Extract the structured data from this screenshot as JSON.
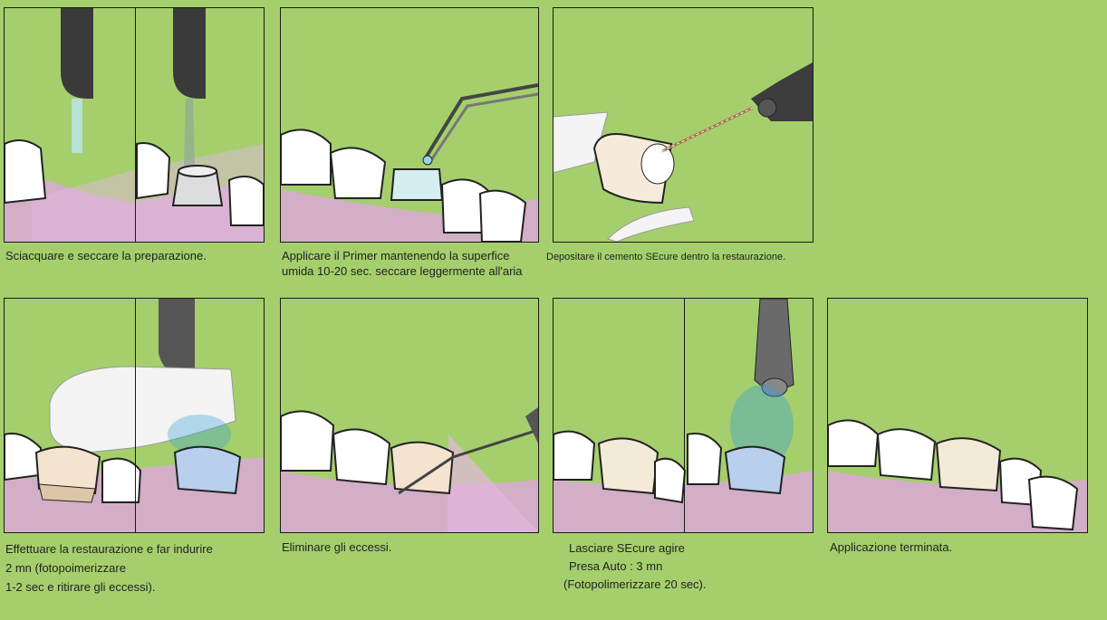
{
  "steps": [
    {
      "id": 1,
      "lines": [
        "Sciacquare e seccare  la preparazione."
      ]
    },
    {
      "id": 2,
      "lines": [
        "Applicare il Primer mantenendo la superfice",
        "umida 10-20 sec. seccare leggermente all'aria"
      ]
    },
    {
      "id": 3,
      "lines": [
        "Depositare il cemento SEcure dentro la restaurazione."
      ]
    },
    {
      "id": 4,
      "lines": [
        "Effettuare la restaurazione e far indurire",
        "2 mn  (fotopoimerizzare",
        "1-2 sec e ritirare gli eccessi)."
      ]
    },
    {
      "id": 5,
      "lines": [
        "Eliminare gli eccessi."
      ]
    },
    {
      "id": 6,
      "lines": [
        "Lasciare SEcure agire",
        "Presa Auto : 3 mn",
        "(Fotopolimerizzare 20 sec)."
      ]
    },
    {
      "id": 7,
      "lines": [
        "Applicazione terminata."
      ]
    }
  ],
  "colors": {
    "background": "#a5cf6c",
    "gum": "#d9a9d6",
    "tooth": "#ffffff",
    "light": "#3aa0d8"
  }
}
